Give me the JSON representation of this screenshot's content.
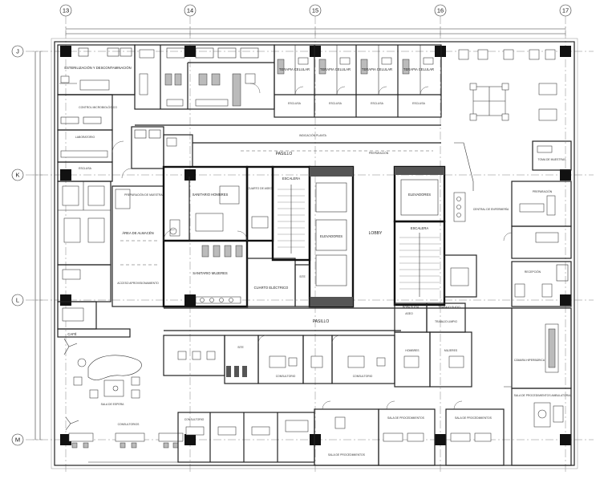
{
  "axes": {
    "columns": [
      "13",
      "14",
      "15",
      "16",
      "17"
    ],
    "rows": [
      "J",
      "K",
      "L",
      "M"
    ]
  },
  "rooms": {
    "esterilizacion": "ESTERILIZACIÓN Y DESCONTAMINACIÓN",
    "control_micro": "CONTROL MICROBIOLÓGICO",
    "laboratorio": "LABORATORIO",
    "esclusa": "ESCLUSA",
    "terapia_celular_1": "TERAPIA CELULAR",
    "terapia_celular_2": "TERAPIA CELULAR",
    "terapia_celular_3": "TERAPIA CELULAR",
    "terapia_celular_4": "TERAPIA CELULAR",
    "indicacion_pasillo": "INDICACIÓN PLANTA",
    "pasillo_1": "PASILLO",
    "pasillo_2": "PASILLO",
    "sanitario_hombres": "SANITARIO HOMBRES",
    "sanitario_mujeres": "SANITARIO MUJERES",
    "cuarto_aseo": "CUARTO DE ASEO",
    "cuarto_electrico": "CUARTO ELÉCTRICO",
    "escalera_1": "ESCALERA",
    "escalera_2": "ESCALERA",
    "elevadores_1": "ELEVADORES",
    "elevadores_2": "ELEVADORES",
    "lobby": "LOBBY",
    "area_almacen": "ÁREA DE ALMACÉN",
    "acceso_aprov": "ACCESO APROVISIONAMIENTO",
    "preparacion_muestras": "PREPARACIÓN DE MUESTRAS",
    "toma_muestras": "TOMA DE MUESTRAS",
    "central_enfermeria": "CENTRAL DE ENFERMERÍA",
    "sala_espera": "SALA DE ESPERA",
    "consultorio_1": "CONSULTORIO",
    "consultorio_2": "CONSULTORIO",
    "consultorios_3": "CONSULTORIOS",
    "consultorio_4": "CONSULTORIO",
    "sala_proc_1": "SALA DE PROCEDIMIENTOS",
    "sala_proc_2": "SALA DE PROCEDIMIENTOS",
    "sala_proc_3": "SALA DE PROCEDIMIENTOS",
    "sala_proc_amb": "SALA DE PROCEDIMIENTOS AMBULATORIA",
    "camara_hiperbarica": "CÁMARA HIPERBÁRICA",
    "cafe": "CAFÉ",
    "site": "SITE",
    "ropa_sucia": "ROPA SUCIA",
    "trabajo_sucio": "TRABAJO SUCIO",
    "trabajo_limpio": "TRABAJO LIMPIO",
    "aseo": "ASEO",
    "hombres": "HOMBRES",
    "mujeres": "MUJERES",
    "recepcion": "RECEPCIÓN",
    "preparacion": "PREPARACIÓN"
  },
  "colors": {
    "background": "#ffffff",
    "walls": "#111111",
    "furniture": "#333333"
  }
}
